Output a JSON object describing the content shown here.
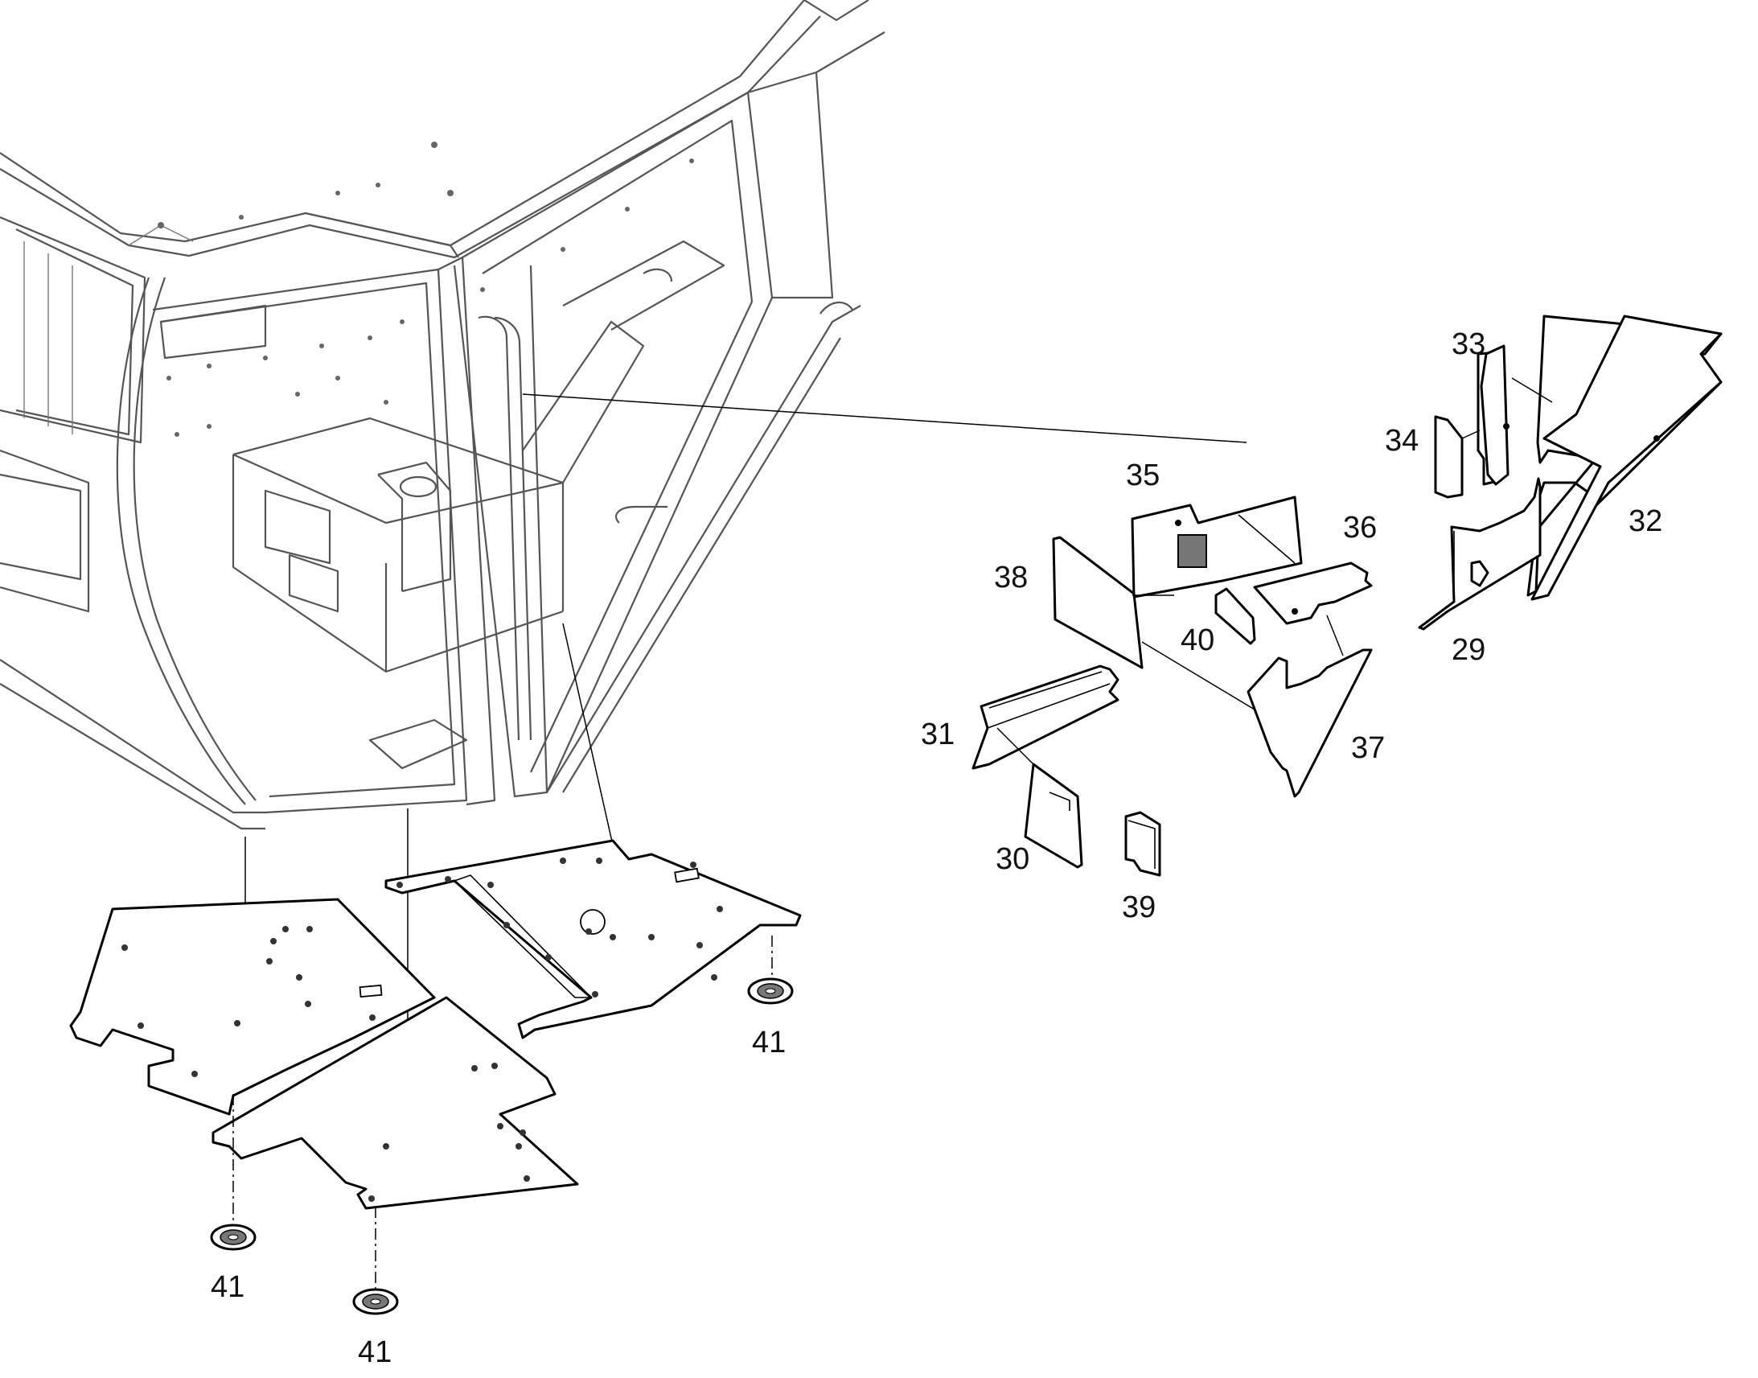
{
  "diagram": {
    "callouts": [
      {
        "id": "c29",
        "text": "29"
      },
      {
        "id": "c30",
        "text": "30"
      },
      {
        "id": "c31",
        "text": "31"
      },
      {
        "id": "c32",
        "text": "32"
      },
      {
        "id": "c33",
        "text": "33"
      },
      {
        "id": "c34",
        "text": "34"
      },
      {
        "id": "c35",
        "text": "35"
      },
      {
        "id": "c36",
        "text": "36"
      },
      {
        "id": "c37",
        "text": "37"
      },
      {
        "id": "c38",
        "text": "38"
      },
      {
        "id": "c39",
        "text": "39"
      },
      {
        "id": "c40",
        "text": "40"
      },
      {
        "id": "c41a",
        "text": "41"
      },
      {
        "id": "c41b",
        "text": "41"
      },
      {
        "id": "c41c",
        "text": "41"
      }
    ]
  },
  "colors": {
    "line": "#000000",
    "cabin_line": "#555555",
    "background": "#ffffff"
  }
}
